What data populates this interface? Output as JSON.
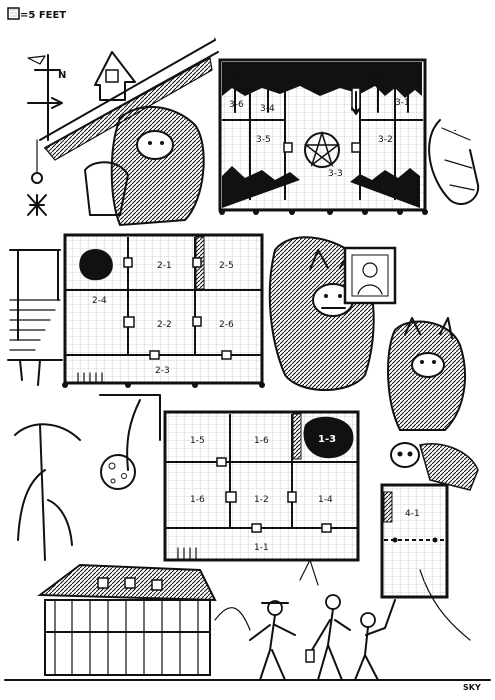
{
  "legend": {
    "scale_text": "=5 FEET"
  },
  "compass": {
    "letter": "N"
  },
  "signature": "SKY",
  "map": {
    "rooms": [
      {
        "id": "r36",
        "label": "3-6"
      },
      {
        "id": "r34",
        "label": "3-4"
      },
      {
        "id": "r31",
        "label": "3-1"
      },
      {
        "id": "r35",
        "label": "3-5"
      },
      {
        "id": "r32",
        "label": "3-2"
      },
      {
        "id": "r33",
        "label": "3-3"
      },
      {
        "id": "r21",
        "label": "2-1"
      },
      {
        "id": "r25",
        "label": "2-5"
      },
      {
        "id": "r24",
        "label": "2-4"
      },
      {
        "id": "r22",
        "label": "2-2"
      },
      {
        "id": "r26",
        "label": "2-6"
      },
      {
        "id": "r23",
        "label": "2-3"
      },
      {
        "id": "r15",
        "label": "1-5"
      },
      {
        "id": "r16a",
        "label": "1-6"
      },
      {
        "id": "r13",
        "label": "1-3"
      },
      {
        "id": "r16b",
        "label": "1-6"
      },
      {
        "id": "r12",
        "label": "1-2"
      },
      {
        "id": "r14",
        "label": "1-4"
      },
      {
        "id": "r11",
        "label": "1-1"
      },
      {
        "id": "r41",
        "label": "4-1"
      }
    ]
  }
}
